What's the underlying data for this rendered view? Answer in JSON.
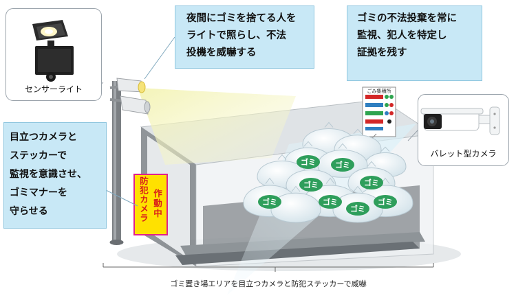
{
  "callouts": {
    "night": [
      "夜間にゴミを捨てる人を",
      "ライトで照らし、不法",
      "投機を威嚇する"
    ],
    "monitor": [
      "ゴミの不法投棄を常に",
      "監視、犯人を特定し",
      "証拠を残す"
    ],
    "deterrence": [
      "目立つカメラと",
      "ステッカーで",
      "監視を意識させ、",
      "ゴミマナーを",
      "守らせる"
    ]
  },
  "cards": {
    "sensor_light": "センサーライト",
    "bullet_camera": "バレット型カメラ"
  },
  "sticker": {
    "line1": "防犯カメラ",
    "line2": "作動中"
  },
  "sign_title": "ごみ集積所",
  "bag_label": "ゴミ",
  "caption": "ゴミ置き場エリアを目立つカメラと防犯ステッカーで威嚇",
  "colors": {
    "callout_bg": "#c8e8f6",
    "sticker_bg": "#ffe100",
    "sticker_border": "#e0218a",
    "sticker_text": "#d81b1b",
    "bag_label": "#2e9e5b"
  }
}
